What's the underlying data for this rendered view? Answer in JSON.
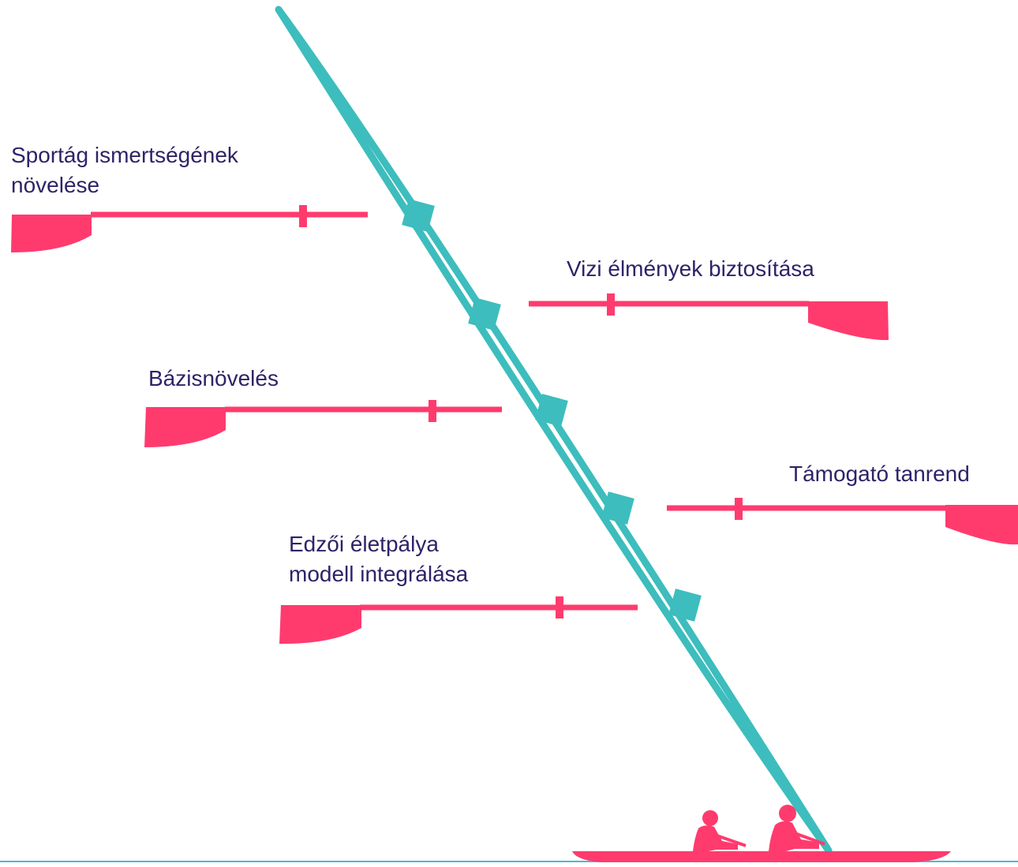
{
  "colors": {
    "boat_outline": "#3dbdbd",
    "oar": "#ff3b6e",
    "text": "#2e2368",
    "waterline": "#4bb8d8"
  },
  "labels": {
    "sportag": [
      "Sportág ismertségének",
      "növelése"
    ],
    "vizi": [
      "Vizi élmények biztosítása"
    ],
    "bazis": [
      "Bázisnövelés"
    ],
    "tamogato": [
      "Támogató tanrend"
    ],
    "edzoi": [
      "Edzői életpálya",
      "modell integrálása"
    ]
  },
  "icons": {
    "kayak": "kayak-outline-icon",
    "oar": "oar-icon",
    "seat": "seat-square-icon",
    "rowers": "rowers-silhouette-icon"
  }
}
